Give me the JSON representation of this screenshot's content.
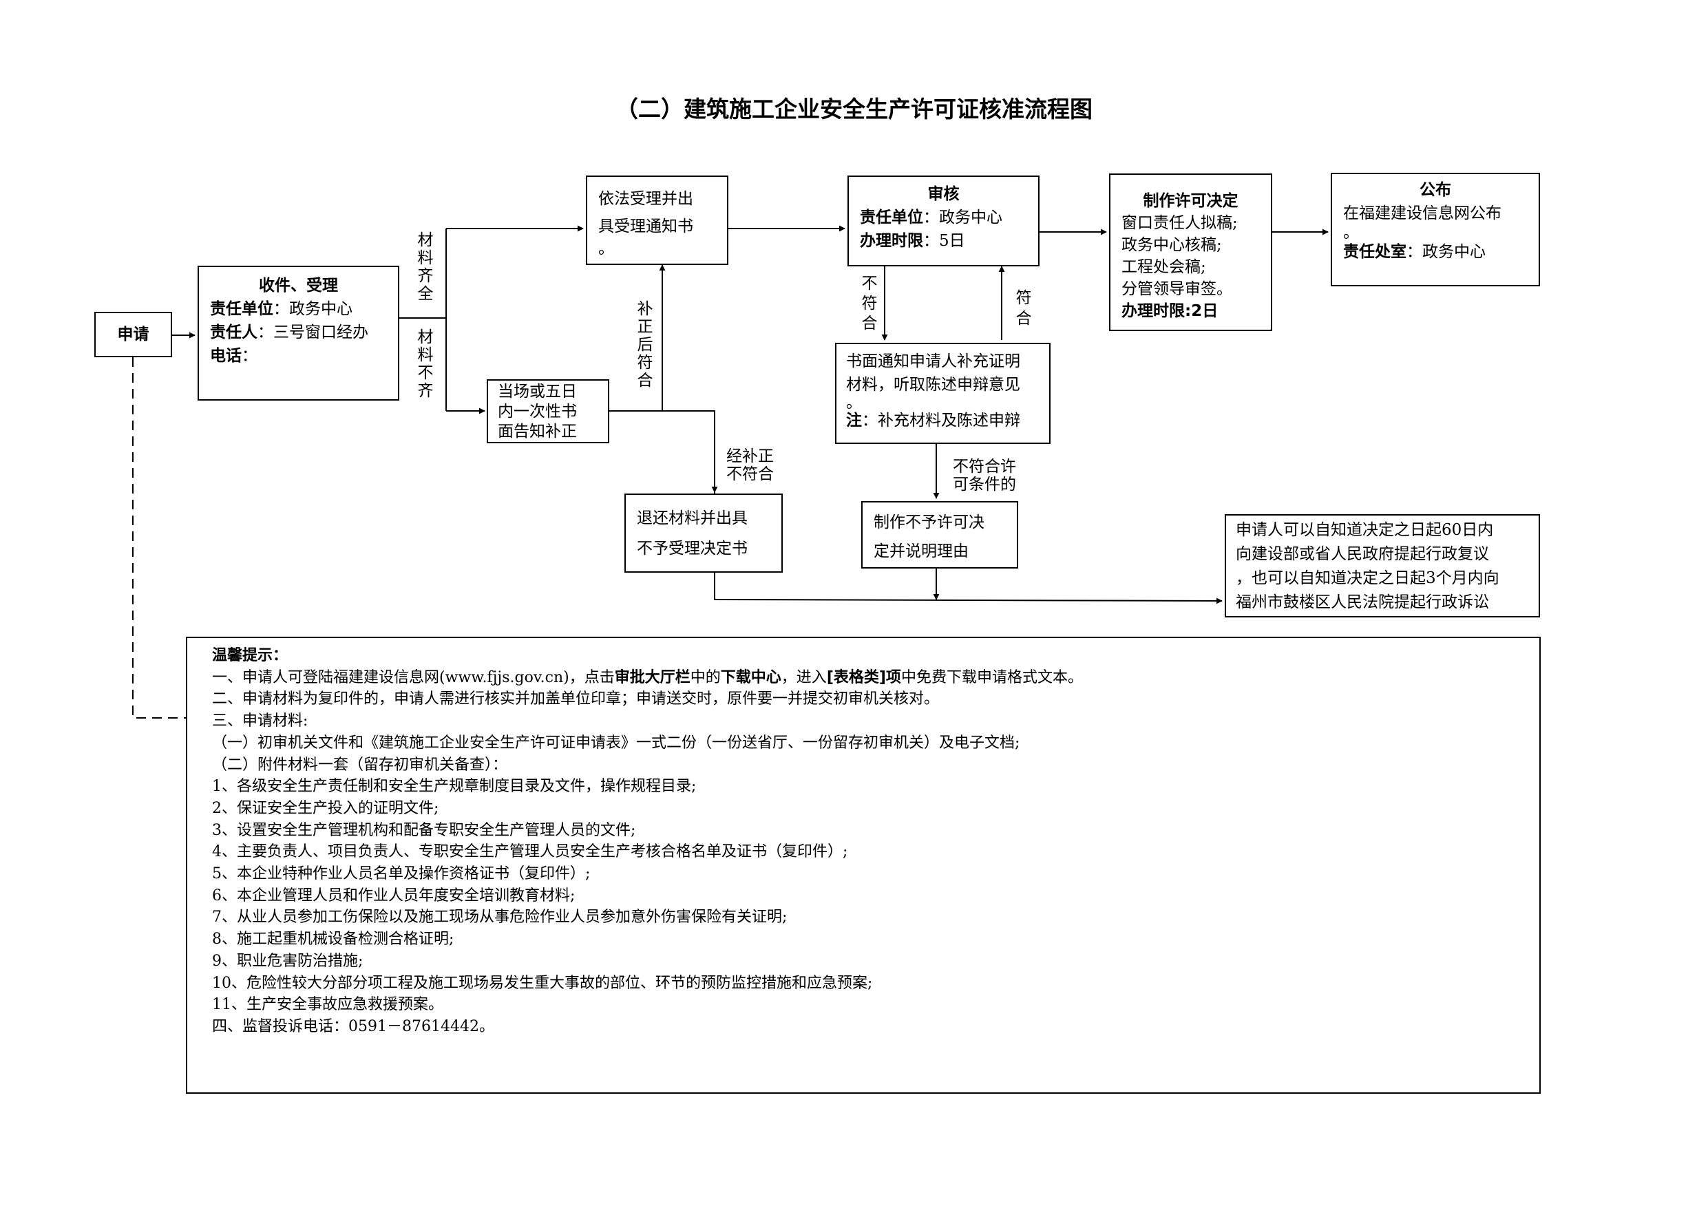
{
  "title": "（二）建筑施工企业安全生产许可证核准流程图",
  "nodes": {
    "apply": {
      "label": "申请"
    },
    "receive": {
      "title": "收件、受理",
      "unit_key": "责任单位",
      "unit": "：政务中心",
      "person_key": "责任人",
      "person": "：三号窗口经办",
      "phone_key": "电话",
      "phone": "："
    },
    "accept": {
      "line1": "依法受理并出",
      "line2": "具受理通知书",
      "line3": "。"
    },
    "review": {
      "title": "审核",
      "unit_key": "责任单位",
      "unit": "：政务中心",
      "limit_key": "办理时限",
      "limit": "：5日"
    },
    "decision": {
      "title": "制作许可决定",
      "line1": "窗口责任人拟稿;",
      "line2": "政务中心核稿;",
      "line3": "工程处会稿;",
      "line4": "分管领导审签。",
      "limit_key": "办理时限",
      "limit": ":2日"
    },
    "publish": {
      "title": "公布",
      "line1": "在福建建设信息网公布",
      "line2": "。",
      "dept_key": "责任处室",
      "dept": "：政务中心"
    },
    "notify": {
      "line1": "当场或五日",
      "line2": "内一次性书",
      "line3": "面告知补正"
    },
    "supplement": {
      "line1": "书面通知申请人补充证明",
      "line2": "材料，听取陈述申辩意见",
      "line3": "。",
      "note_key": "注",
      "note": "：补充材料及陈述申辩"
    },
    "return": {
      "line1": "退还材料并出具",
      "line2": "不予受理决定书"
    },
    "deny": {
      "line1": "制作不予许可决",
      "line2": "定并说明理由"
    },
    "appeal": {
      "line1": "申请人可以自知道决定之日起60日内",
      "line2": "向建设部或省人民政府提起行政复议",
      "line3": "，也可以自知道决定之日起3个月内向",
      "line4": "福州市鼓楼区人民法院提起行政诉讼"
    }
  },
  "labels": {
    "complete": [
      "材",
      "料",
      "齐",
      "全"
    ],
    "incomplete": [
      "材",
      "料",
      "不",
      "齐"
    ],
    "corrected": [
      "补",
      "正",
      "后",
      "符",
      "合"
    ],
    "not_match": [
      "不",
      "符",
      "合"
    ],
    "match": [
      "符",
      "合"
    ],
    "still_not_match_1": "经补正",
    "still_not_match_2": "不符合",
    "not_qualified_1": "不符合许",
    "not_qualified_2": "可条件的"
  },
  "tips": {
    "title": "温馨提示：",
    "l1": {
      "a": "一、申请人可登陆福建建设信息网(www.fjjs.gov.cn)，点击",
      "b": "审批大厅栏",
      "c": "中的",
      "d": "下载中心",
      "e": "，进入",
      "f": "[表格类]项",
      "g": "中免费下载申请格式文本。"
    },
    "l2": "二、申请材料为复印件的，申请人需进行核实并加盖单位印章；申请送交时，原件要一并提交初审机关核对。",
    "l3": "三、申请材料:",
    "l4": "（一）初审机关文件和《建筑施工企业安全生产许可证申请表》一式二份（一份送省厅、一份留存初审机关）及电子文档;",
    "l5": "（二）附件材料一套（留存初审机关备查）：",
    "l6": "1、各级安全生产责任制和安全生产规章制度目录及文件，操作规程目录;",
    "l7": "2、保证安全生产投入的证明文件;",
    "l8": "3、设置安全生产管理机构和配备专职安全生产管理人员的文件;",
    "l9": "4、主要负责人、项目负责人、专职安全生产管理人员安全生产考核合格名单及证书（复印件）;",
    "l10": "5、本企业特种作业人员名单及操作资格证书（复印件）;",
    "l11": "6、本企业管理人员和作业人员年度安全培训教育材料;",
    "l12": "7、从业人员参加工伤保险以及施工现场从事危险作业人员参加意外伤害保险有关证明;",
    "l13": "8、施工起重机械设备检测合格证明;",
    "l14": "9、职业危害防治措施;",
    "l15": "10、危险性较大分部分项工程及施工现场易发生重大事故的部位、环节的预防监控措施和应急预案;",
    "l16": "11、生产安全事故应急救援预案。",
    "l17": "四、监督投诉电话：0591－87614442。"
  }
}
